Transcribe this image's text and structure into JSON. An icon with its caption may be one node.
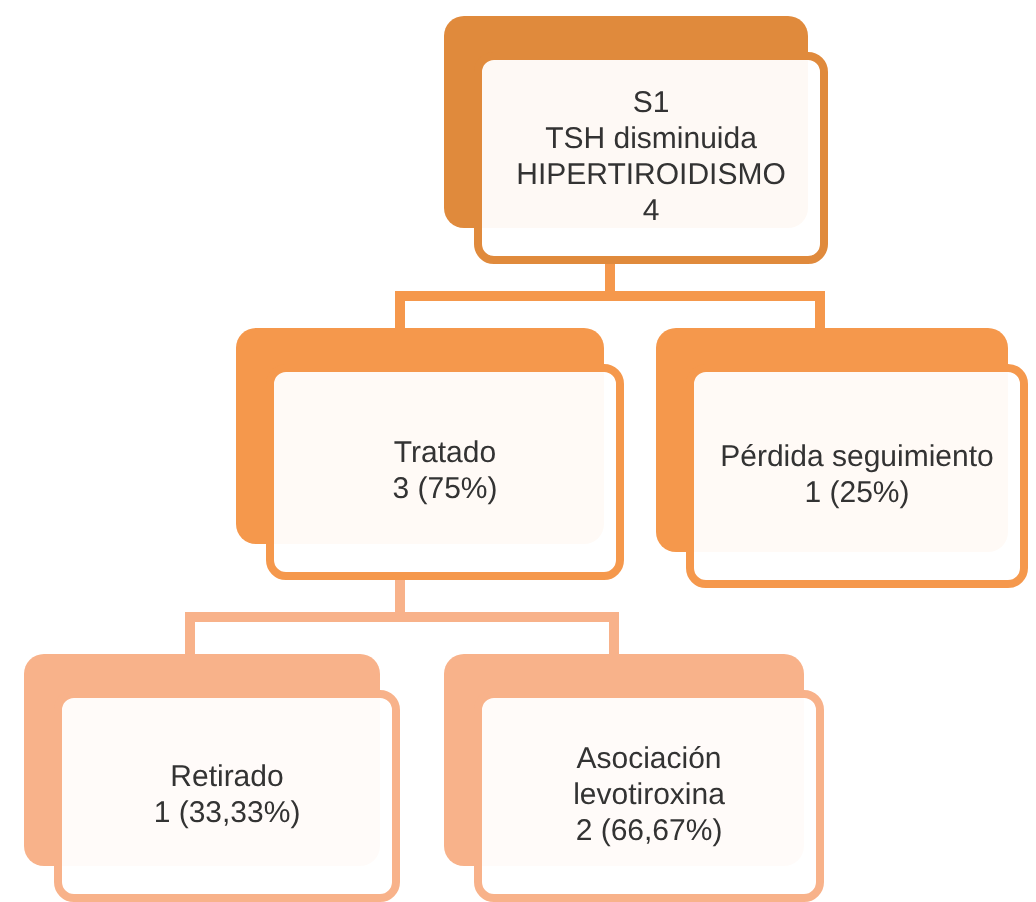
{
  "diagram": {
    "nodes": [
      {
        "text": [
          "S1",
          "TSH disminuida",
          "HIPERTIROIDISMO",
          "4"
        ]
      },
      {
        "text": [
          "Tratado",
          "3 (75%)"
        ]
      },
      {
        "text": [
          "Pérdida seguimiento",
          "1 (25%)"
        ]
      },
      {
        "text": [
          "Retirado",
          "1 (33,33%)"
        ]
      },
      {
        "text": [
          "Asociación levotiroxina",
          "2 (66,67%)"
        ]
      }
    ],
    "edges": [
      {
        "from": 0,
        "to": 1,
        "arrow": "none",
        "color": "#f5984c"
      },
      {
        "from": 0,
        "to": 2,
        "arrow": "none",
        "color": "#f5984c"
      },
      {
        "from": 1,
        "to": 3,
        "arrow": "none",
        "color": "#f8b28a"
      },
      {
        "from": 1,
        "to": 4,
        "arrow": "none",
        "color": "#f8b28a"
      }
    ]
  }
}
